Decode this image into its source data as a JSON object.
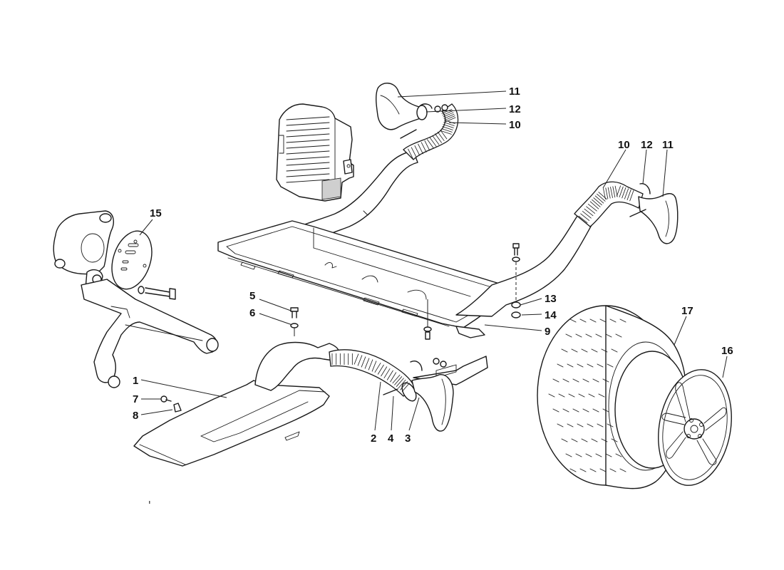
{
  "diagram": {
    "type": "exploded-parts-diagram",
    "colors": {
      "line": "#1a1a1a",
      "background": "#ffffff",
      "label": "#111111"
    },
    "callouts": [
      {
        "id": "c11a",
        "label": "11",
        "part": "air-scoop-left"
      },
      {
        "id": "c12a",
        "label": "12",
        "part": "hose-clamp-left"
      },
      {
        "id": "c10a",
        "label": "10",
        "part": "flex-hose-left"
      },
      {
        "id": "c10b",
        "label": "10",
        "part": "flex-hose-right"
      },
      {
        "id": "c12b",
        "label": "12",
        "part": "hose-clamp-right"
      },
      {
        "id": "c11b",
        "label": "11",
        "part": "air-scoop-right"
      },
      {
        "id": "c15",
        "label": "15",
        "part": "brake-cover-plate"
      },
      {
        "id": "c5",
        "label": "5",
        "part": "screw"
      },
      {
        "id": "c6",
        "label": "6",
        "part": "washer"
      },
      {
        "id": "c13",
        "label": "13",
        "part": "washer"
      },
      {
        "id": "c14",
        "label": "14",
        "part": "nut"
      },
      {
        "id": "c9",
        "label": "9",
        "part": "underbody-air-duct-tray"
      },
      {
        "id": "c17",
        "label": "17",
        "part": "tyre"
      },
      {
        "id": "c16",
        "label": "16",
        "part": "wheel-rim"
      },
      {
        "id": "c1",
        "label": "1",
        "part": "front-air-duct"
      },
      {
        "id": "c7",
        "label": "7",
        "part": "screw"
      },
      {
        "id": "c8",
        "label": "8",
        "part": "clip"
      },
      {
        "id": "c2",
        "label": "2",
        "part": "flex-hose"
      },
      {
        "id": "c4",
        "label": "4",
        "part": "cable-tie"
      },
      {
        "id": "c3",
        "label": "3",
        "part": "brake-air-scoop"
      }
    ]
  }
}
